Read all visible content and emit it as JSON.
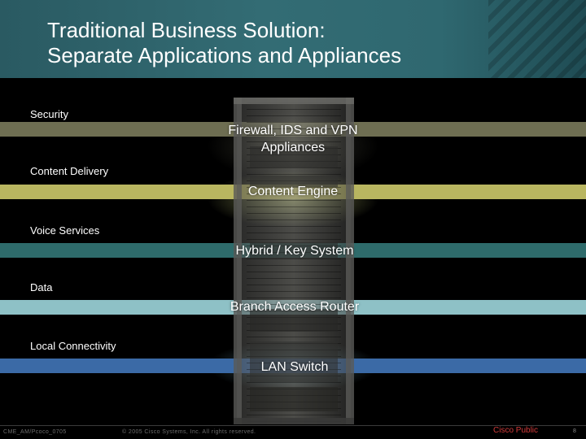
{
  "slide": {
    "title_line1": "Traditional Business Solution:",
    "title_line2": "Separate Applications and Appliances"
  },
  "layers": [
    {
      "label": "Security",
      "appliance_line1": "Firewall, IDS and VPN",
      "appliance_line2": "Appliances",
      "color": "#6e6e52"
    },
    {
      "label": "Content Delivery",
      "appliance_line1": "Content Engine",
      "color": "#b9b660"
    },
    {
      "label": "Voice Services",
      "appliance_line1": "Hybrid / Key System",
      "color": "#2e6b6b"
    },
    {
      "label": "Data",
      "appliance_line1": "Branch Access Router",
      "color": "#8ec1c6"
    },
    {
      "label": "Local Connectivity",
      "appliance_line1": "LAN Switch",
      "color": "#3b6aa6"
    }
  ],
  "footer": {
    "left": "CME_AM/Pcoco_0705",
    "copyright": "© 2005 Cisco Systems, Inc. All rights reserved.",
    "classification": "Cisco Public",
    "page": "8"
  },
  "colors": {
    "header": "#336c74",
    "background": "#000000",
    "classification": "#d23a3a"
  }
}
